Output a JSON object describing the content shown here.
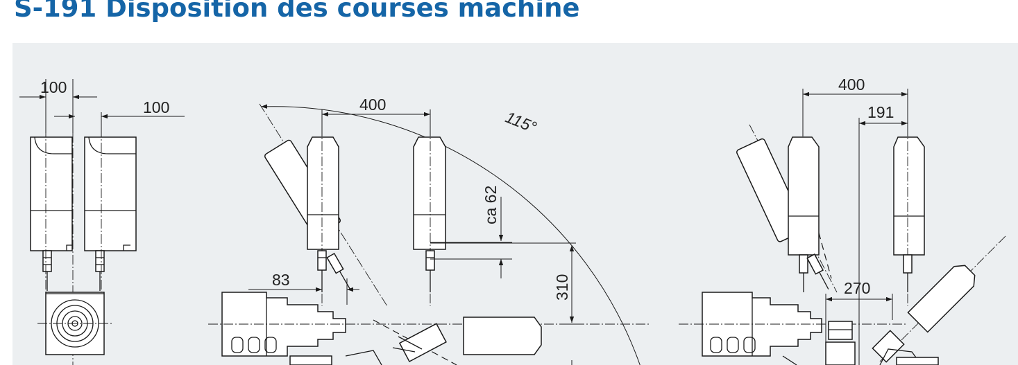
{
  "title": "S-191 Disposition des courses machine",
  "colors": {
    "title": "#1565a7",
    "panel": "#eceff1",
    "line": "#1a1a1a"
  },
  "dimensions": {
    "left_offset_a": "100",
    "left_offset_b": "100",
    "center_travel": "400",
    "center_angle": "115°",
    "center_vertical": "ca 62",
    "center_height": "310",
    "center_horizontal": "83",
    "right_travel": "400",
    "right_offset": "191",
    "right_reach": "270"
  }
}
